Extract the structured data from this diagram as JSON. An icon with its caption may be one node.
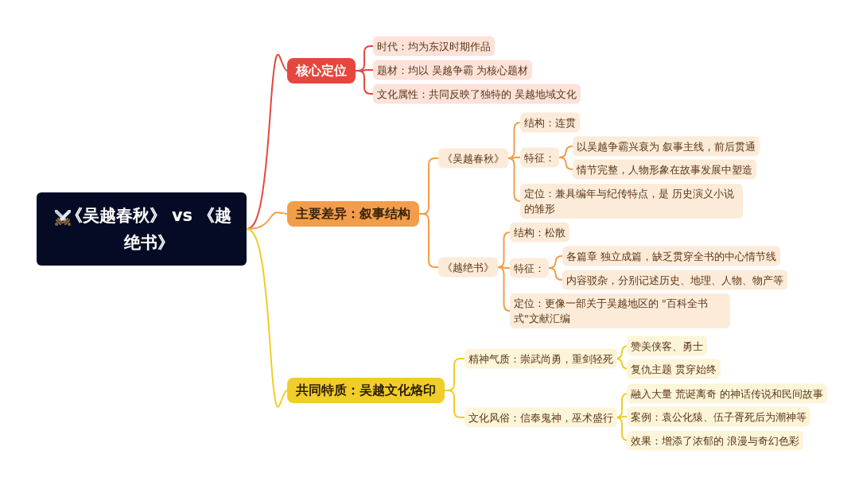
{
  "diagram": {
    "nodes": [
      {
        "text": [
          "《吴越春秋》 vs 《越绝书》"
        ]
      },
      {
        "text": [
          "核心定位"
        ]
      },
      {
        "text": [
          "时代：均为东汉时期作品"
        ]
      },
      {
        "text": [
          "题材：均以 吴越争霸 为核心题材"
        ]
      },
      {
        "text": [
          "文化属性：共同反映了独特的 吴越地域文化"
        ]
      },
      {
        "text": [
          "主要差异：叙事结构"
        ]
      },
      {
        "text": [
          "《吴越春秋》"
        ]
      },
      {
        "text": [
          "结构：连贯"
        ]
      },
      {
        "text": [
          "特征："
        ]
      },
      {
        "text": [
          "以吴越争霸兴衰为 叙事主线，前后贯通"
        ]
      },
      {
        "text": [
          "情节完整，人物形象在故事发展中塑造"
        ]
      },
      {
        "text": [
          "定位：兼具编年与纪传特点，是 历史演义小说的雏形"
        ]
      },
      {
        "text": [
          "《越绝书》"
        ]
      },
      {
        "text": [
          "结构：松散"
        ]
      },
      {
        "text": [
          "特征："
        ]
      },
      {
        "text": [
          "各篇章 独立成篇，缺乏贯穿全书的中心情节线"
        ]
      },
      {
        "text": [
          "内容驳杂，分别记述历史、地理、人物、物产等"
        ]
      },
      {
        "text": [
          "定位：更像一部关于吴越地区的 \"百科全书式\"文献汇编"
        ]
      },
      {
        "text": [
          "共同特质：吴越文化烙印"
        ]
      },
      {
        "text": [
          "精神气质：崇武尚勇，重剑轻死"
        ]
      },
      {
        "text": [
          "赞美侠客、勇士"
        ]
      },
      {
        "text": [
          "复仇主题 贯穿始终"
        ]
      },
      {
        "text": [
          "文化风俗：信奉鬼神，巫术盛行"
        ]
      },
      {
        "text": [
          "融入大量 荒诞离奇 的神话传说和民间故事"
        ]
      },
      {
        "text": [
          "案例：袁公化猿、伍子胥死后为潮神等"
        ]
      },
      {
        "text": [
          "效果：增添了浓郁的 浪漫与奇幻色彩"
        ]
      }
    ],
    "edges": [
      {
        "from": 0,
        "to": 1,
        "arrow": "none",
        "color": "#e5473e"
      },
      {
        "from": 1,
        "to": 2,
        "arrow": "none",
        "color": "#e5473e"
      },
      {
        "from": 1,
        "to": 3,
        "arrow": "none",
        "color": "#e5473e"
      },
      {
        "from": 1,
        "to": 4,
        "arrow": "none",
        "color": "#e5473e"
      },
      {
        "from": 0,
        "to": 5,
        "arrow": "none"
      },
      {
        "from": 5,
        "to": 6,
        "arrow": "none"
      },
      {
        "from": 6,
        "to": 7,
        "arrow": "none"
      },
      {
        "from": 6,
        "to": 8,
        "arrow": "none"
      },
      {
        "from": 8,
        "to": 9,
        "arrow": "none"
      },
      {
        "from": 8,
        "to": 10,
        "arrow": "none"
      },
      {
        "from": 6,
        "to": 11,
        "arrow": "none"
      },
      {
        "from": 5,
        "to": 12,
        "arrow": "none"
      },
      {
        "from": 12,
        "to": 13,
        "arrow": "none"
      },
      {
        "from": 12,
        "to": 14,
        "arrow": "none"
      },
      {
        "from": 14,
        "to": 15,
        "arrow": "none"
      },
      {
        "from": 14,
        "to": 16,
        "arrow": "none"
      },
      {
        "from": 12,
        "to": 17,
        "arrow": "none"
      },
      {
        "from": 0,
        "to": 18,
        "arrow": "none",
        "color": "#f0cd28"
      },
      {
        "from": 18,
        "to": 19,
        "arrow": "none",
        "color": "#f0cd28"
      },
      {
        "from": 19,
        "to": 20,
        "arrow": "none",
        "color": "#f0cd28"
      },
      {
        "from": 19,
        "to": 21,
        "arrow": "none",
        "color": "#f0cd28"
      },
      {
        "from": 18,
        "to": 22,
        "arrow": "none",
        "color": "#f0cd28"
      },
      {
        "from": 22,
        "to": 23,
        "arrow": "none",
        "color": "#f0cd28"
      },
      {
        "from": 22,
        "to": 24,
        "arrow": "none",
        "color": "#f0cd28"
      },
      {
        "from": 22,
        "to": 25,
        "arrow": "none",
        "color": "#f0cd28"
      }
    ]
  }
}
